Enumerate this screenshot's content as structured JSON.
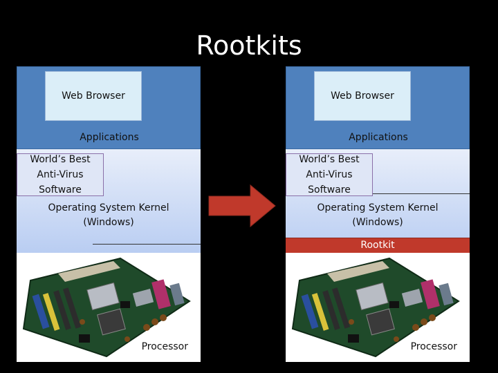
{
  "title": "Rootkits",
  "layers": {
    "web_browser": "Web Browser",
    "applications": "Applications",
    "antivirus": [
      "World’s Best",
      "Anti-Virus",
      "Software"
    ],
    "kernel": [
      "Operating System Kernel",
      "(Windows)"
    ],
    "processor": "Processor",
    "rootkit": "Rootkit"
  },
  "colors": {
    "background": "#000000",
    "applications_layer": "#4f81bd",
    "browser_box": "#dbeef8",
    "kernel_layer": "#c6d6f4",
    "rootkit_bar": "#c0392b",
    "arrow": "#c0392b"
  }
}
